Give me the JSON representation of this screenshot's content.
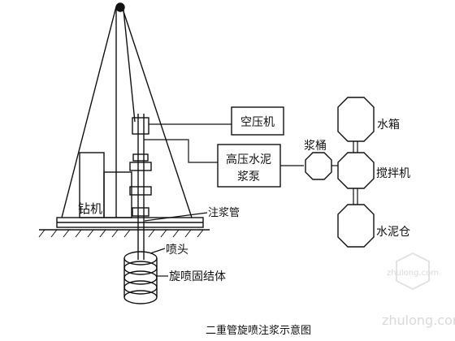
{
  "labels": {
    "air_compressor": "空压机",
    "grout_pump_line1": "高压水泥",
    "grout_pump_line2": "浆泵",
    "slurry_bucket": "浆桶",
    "water_tank": "水箱",
    "mixer": "搅拌机",
    "cement_silo": "水泥仓",
    "drill_rig": "钻机",
    "grout_pipe": "注浆管",
    "nozzle": "喷头",
    "grout_body": "旋喷固结体",
    "caption": "二重管旋喷注浆示意图"
  },
  "watermark": {
    "line1": "zhulong.com",
    "line2": "zhulong.com"
  }
}
